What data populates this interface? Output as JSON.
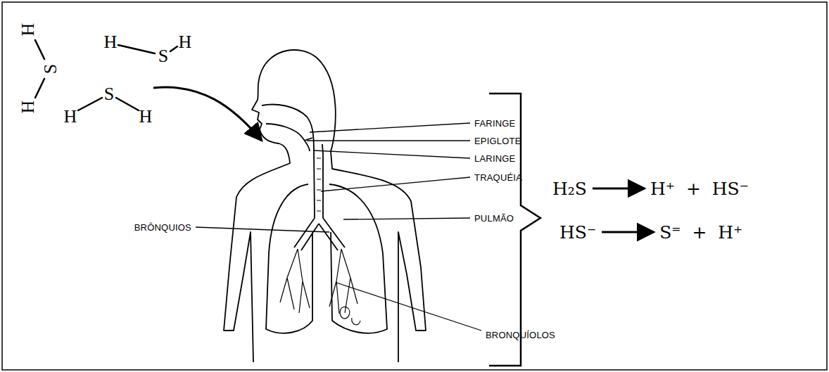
{
  "diagram": {
    "labels": [
      "H",
      "S",
      "H",
      "H",
      "S",
      "H",
      "H",
      "S",
      "H",
      "FARINGE",
      "EPIGLOTE",
      "LARINGE",
      "TRAQUÉIA",
      "BRÔNQUIOS",
      "PULMÃO",
      "BRONQUÍOLOS",
      "H₂S",
      "H⁺ + HS⁻",
      "HS⁻",
      "S⁼ + H⁺"
    ]
  }
}
